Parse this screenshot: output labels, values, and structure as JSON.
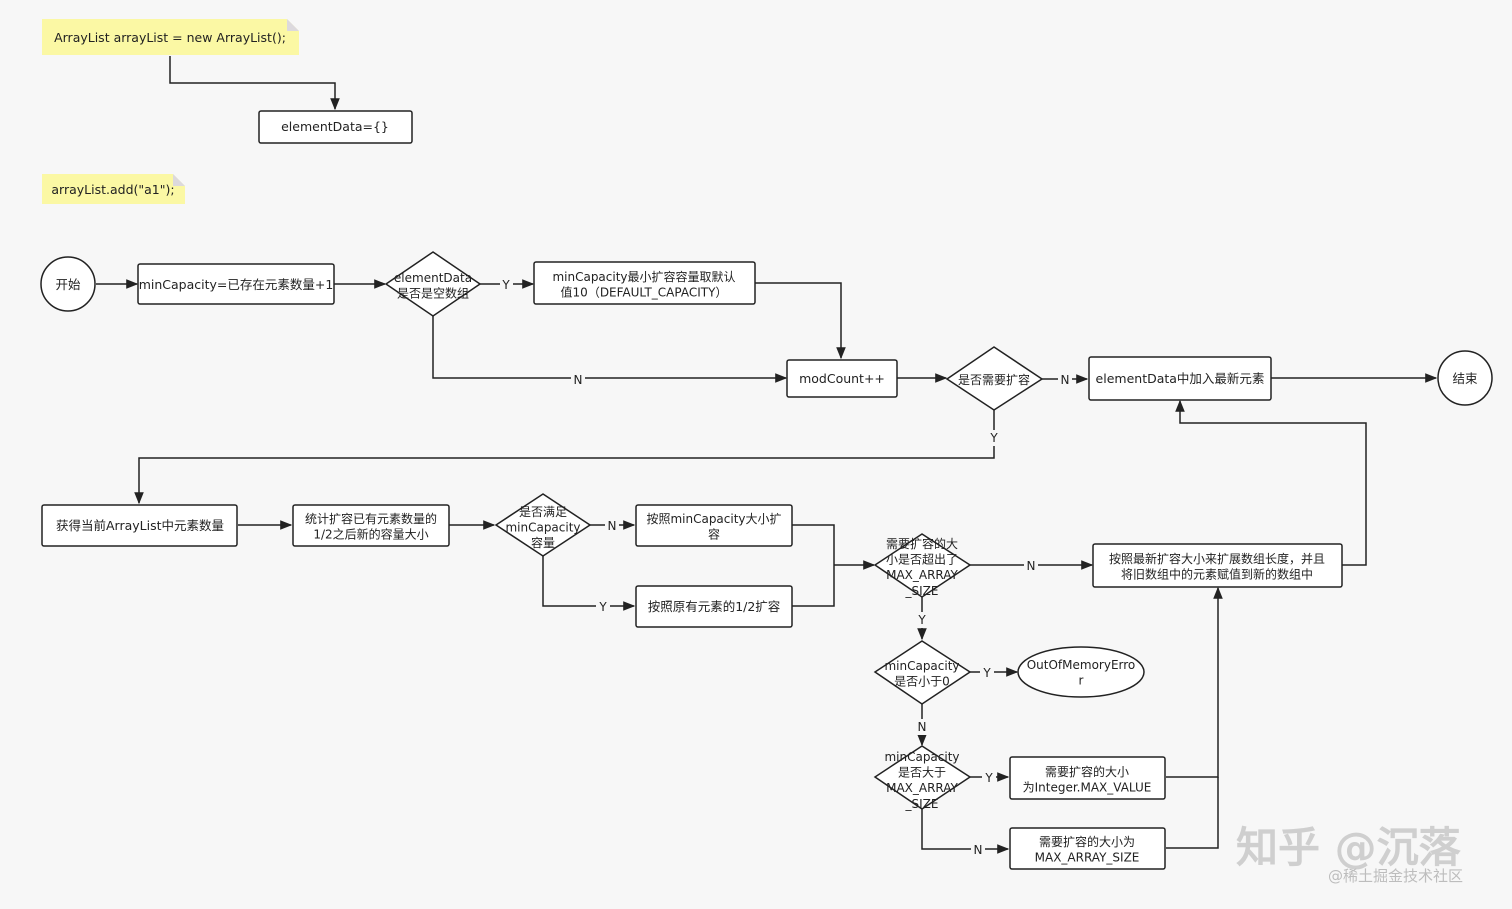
{
  "notes": {
    "init": "ArrayList arrayList = new ArrayList();",
    "add": "arrayList.add(\"a1\");"
  },
  "nodes": {
    "element_data_empty": [
      "elementData={}"
    ],
    "start": [
      "开始"
    ],
    "min_capacity_calc": [
      "minCapacity=已存在元素数量+1"
    ],
    "is_empty_decision": [
      "elementData",
      "是否是空数组"
    ],
    "default_capacity": [
      "minCapacity最小扩容容量取默认",
      "值10（DEFAULT_CAPACITY）"
    ],
    "mod_count": [
      "modCount++"
    ],
    "need_grow_decision": [
      "是否需要扩容"
    ],
    "add_element": [
      "elementData中加入最新元素"
    ],
    "end": [
      "结束"
    ],
    "get_size": [
      "获得当前ArrayList中元素数量"
    ],
    "calc_new_capacity": [
      "统计扩容已有元素数量的",
      "1/2之后新的容量大小"
    ],
    "satisfy_decision": [
      "是否满足",
      "minCapacity",
      "容量"
    ],
    "grow_by_min": [
      "按照minCapacity大小扩",
      "容"
    ],
    "grow_by_half": [
      "按照原有元素的1/2扩容"
    ],
    "exceed_max_decision": [
      "需要扩容的大",
      "小是否超出了",
      "MAX_ARRAY",
      "_SIZE"
    ],
    "copy_array": [
      "按照最新扩容大小来扩展数组长度，并且",
      "将旧数组中的元素赋值到新的数组中"
    ],
    "less_than_zero_decision": [
      "minCapacity",
      "是否小于0"
    ],
    "oom": [
      "OutOfMemoryErro",
      "r"
    ],
    "greater_than_max_decision": [
      "minCapacity",
      "是否大于",
      "MAX_ARRAY",
      "_SIZE"
    ],
    "size_integer_max": [
      "需要扩容的大小",
      "为Integer.MAX_VALUE"
    ],
    "size_max_array": [
      "需要扩容的大小为",
      "MAX_ARRAY_SIZE"
    ]
  },
  "edge_labels": {
    "yes": "Y",
    "no": "N"
  },
  "watermark": {
    "main": "知乎 @沉落",
    "sub": "@稀土掘金技术社区"
  },
  "colors": {
    "note_fill": "#fbf8a4",
    "stroke": "#222222",
    "background": "#f7f7f7"
  }
}
